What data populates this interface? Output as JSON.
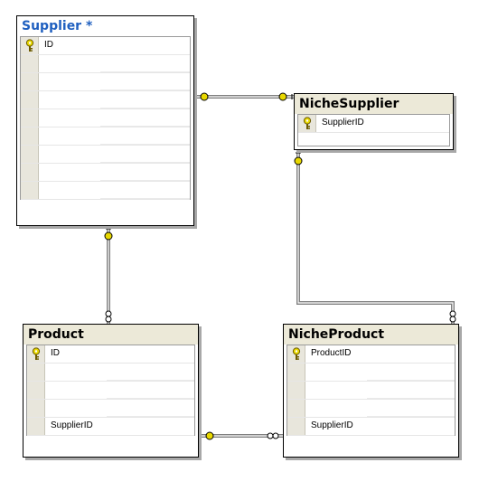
{
  "tables": {
    "supplier": {
      "title": "Supplier *",
      "columns": [
        "ID"
      ]
    },
    "niche_supplier": {
      "title": "NicheSupplier",
      "columns": [
        "SupplierID"
      ]
    },
    "product": {
      "title": "Product",
      "columns": [
        "ID",
        "SupplierID"
      ]
    },
    "niche_product": {
      "title": "NicheProduct",
      "columns": [
        "ProductID",
        "SupplierID"
      ]
    }
  },
  "colors": {
    "selected_title": "#2060c0",
    "header_bg": "#ece9d8",
    "key_yellow": "#e8d800",
    "connector": "#808080"
  },
  "icons": [
    "key-icon",
    "relationship-key-end-icon",
    "relationship-infinity-end-icon"
  ]
}
